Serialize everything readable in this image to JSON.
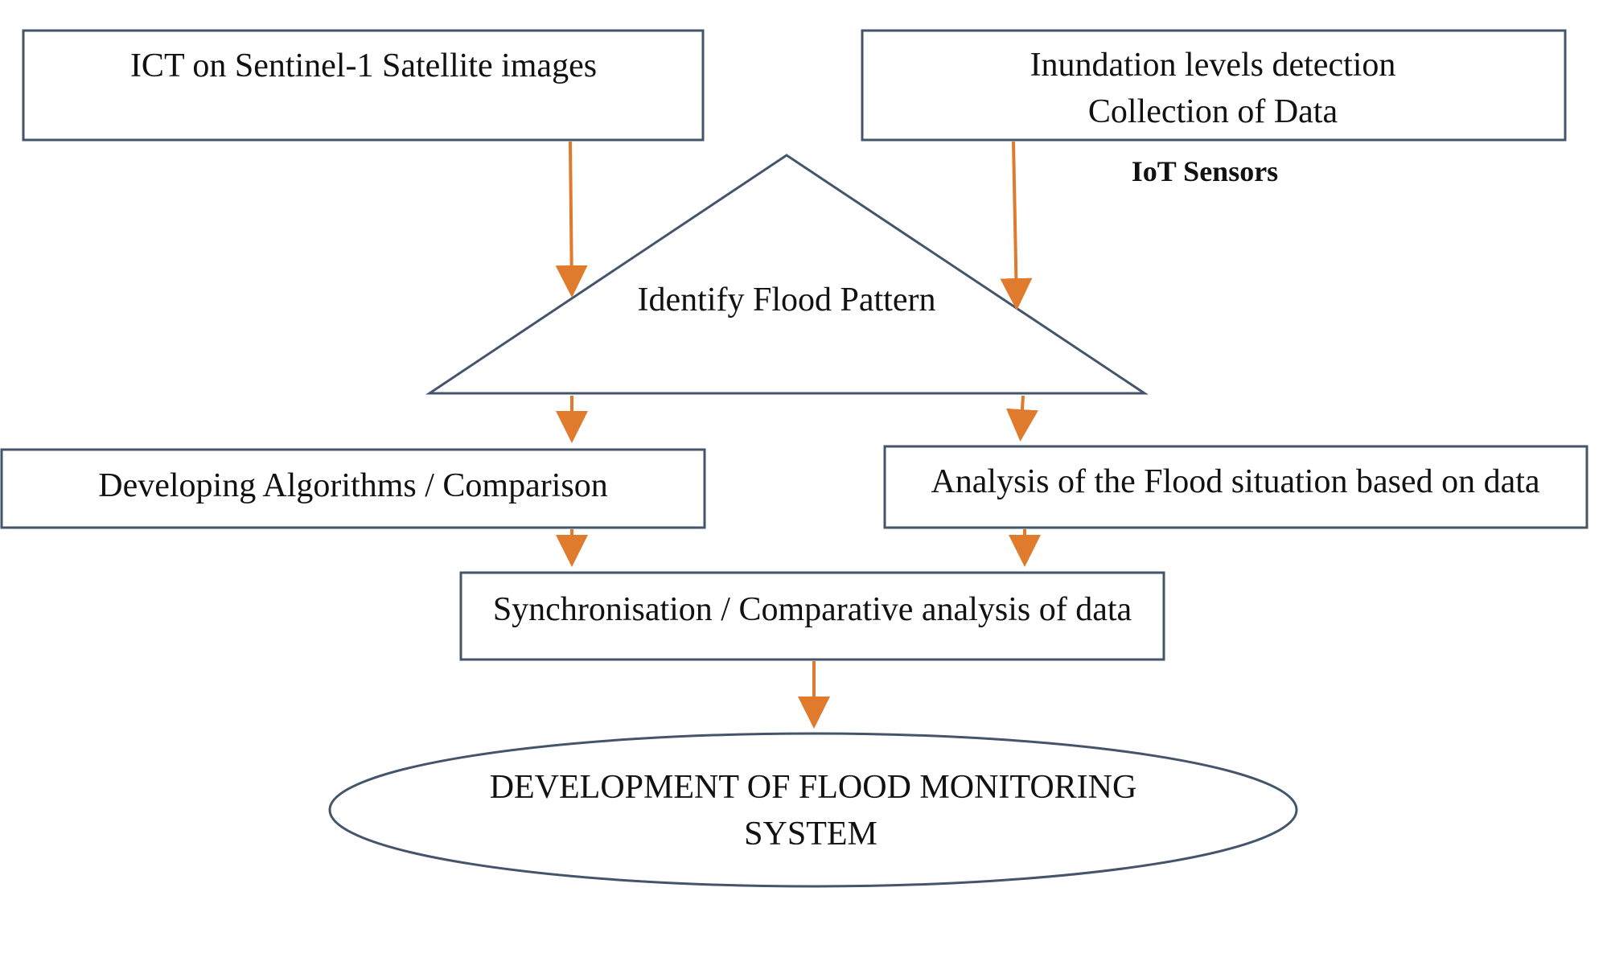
{
  "colors": {
    "arrow": "#E07A2C",
    "border": "#44546A",
    "text": "#111111"
  },
  "nodes": {
    "ict_box": {
      "text": "ICT on Sentinel-1 Satellite images"
    },
    "inundation_box": {
      "line1": "Inundation levels detection",
      "line2": "Collection of Data"
    },
    "iot_label": {
      "text": "IoT Sensors"
    },
    "flood_pattern": {
      "text": "Identify Flood Pattern"
    },
    "algorithms_box": {
      "text": "Developing Algorithms / Comparison"
    },
    "analysis_box": {
      "text": "Analysis of the Flood situation based on data"
    },
    "sync_box": {
      "text": "Synchronisation / Comparative analysis of data"
    },
    "system_ellipse": {
      "line1": "DEVELOPMENT OF FLOOD MONITORING",
      "line2": "SYSTEM"
    }
  }
}
